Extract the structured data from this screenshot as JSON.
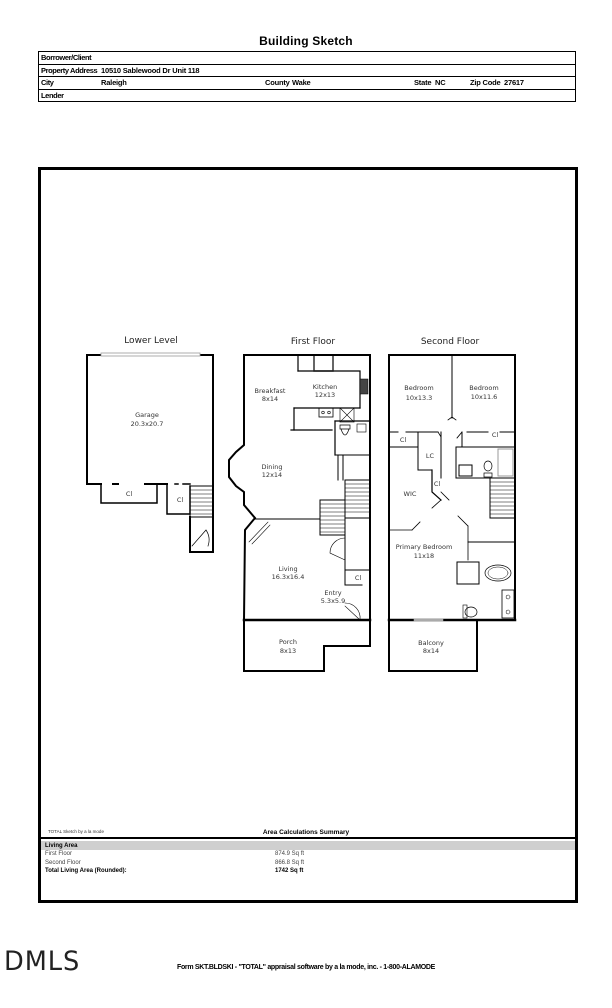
{
  "document": {
    "title": "Building Sketch",
    "header": {
      "borrower_label": "Borrower/Client",
      "borrower_value": "",
      "property_address_label": "Property Address",
      "property_address_value": "10510 Sablewood Dr Unit 118",
      "city_label": "City",
      "city_value": "Raleigh",
      "county_label": "County",
      "county_value": "Wake",
      "state_label": "State",
      "state_value": "NC",
      "zip_label": "Zip Code",
      "zip_value": "27617",
      "lender_label": "Lender",
      "lender_value": ""
    }
  },
  "plan": {
    "floors": [
      {
        "name": "Lower Level",
        "rooms": [
          {
            "name": "Garage",
            "size": "20.3x20.7"
          },
          {
            "name": "Cl",
            "size": ""
          },
          {
            "name": "Cl",
            "size": ""
          }
        ]
      },
      {
        "name": "First Floor",
        "rooms": [
          {
            "name": "Breakfast",
            "size": "8x14"
          },
          {
            "name": "Kitchen",
            "size": "12x13"
          },
          {
            "name": "Dining",
            "size": "12x14"
          },
          {
            "name": "Living",
            "size": "16.3x16.4"
          },
          {
            "name": "Entry",
            "size": "5.3x5.9"
          },
          {
            "name": "Cl",
            "size": ""
          },
          {
            "name": "Porch",
            "size": "8x13"
          }
        ]
      },
      {
        "name": "Second Floor",
        "rooms": [
          {
            "name": "Bedroom",
            "size": "10x13.3"
          },
          {
            "name": "Bedroom",
            "size": "10x11.6"
          },
          {
            "name": "Cl",
            "size": ""
          },
          {
            "name": "Cl",
            "size": ""
          },
          {
            "name": "LC",
            "size": ""
          },
          {
            "name": "Cl",
            "size": ""
          },
          {
            "name": "WIC",
            "size": ""
          },
          {
            "name": "Primary Bedroom",
            "size": "11x18"
          },
          {
            "name": "Balcony",
            "size": "8x14"
          }
        ]
      }
    ],
    "sketch_credit": "TOTAL Sketch by a la mode"
  },
  "summary": {
    "title": "Area Calculations Summary",
    "section": "Living Area",
    "rows": [
      {
        "label": "First Floor",
        "value": "874.9 Sq ft"
      },
      {
        "label": "Second Floor",
        "value": "866.8 Sq ft"
      }
    ],
    "total_label": "Total Living Area (Rounded):",
    "total_value": "1742 Sq ft"
  },
  "footer": {
    "watermark": "DMLS",
    "form_text": "Form SKT.BLDSKI - \"TOTAL\" appraisal software by a la mode, inc. - 1-800-ALAMODE"
  }
}
